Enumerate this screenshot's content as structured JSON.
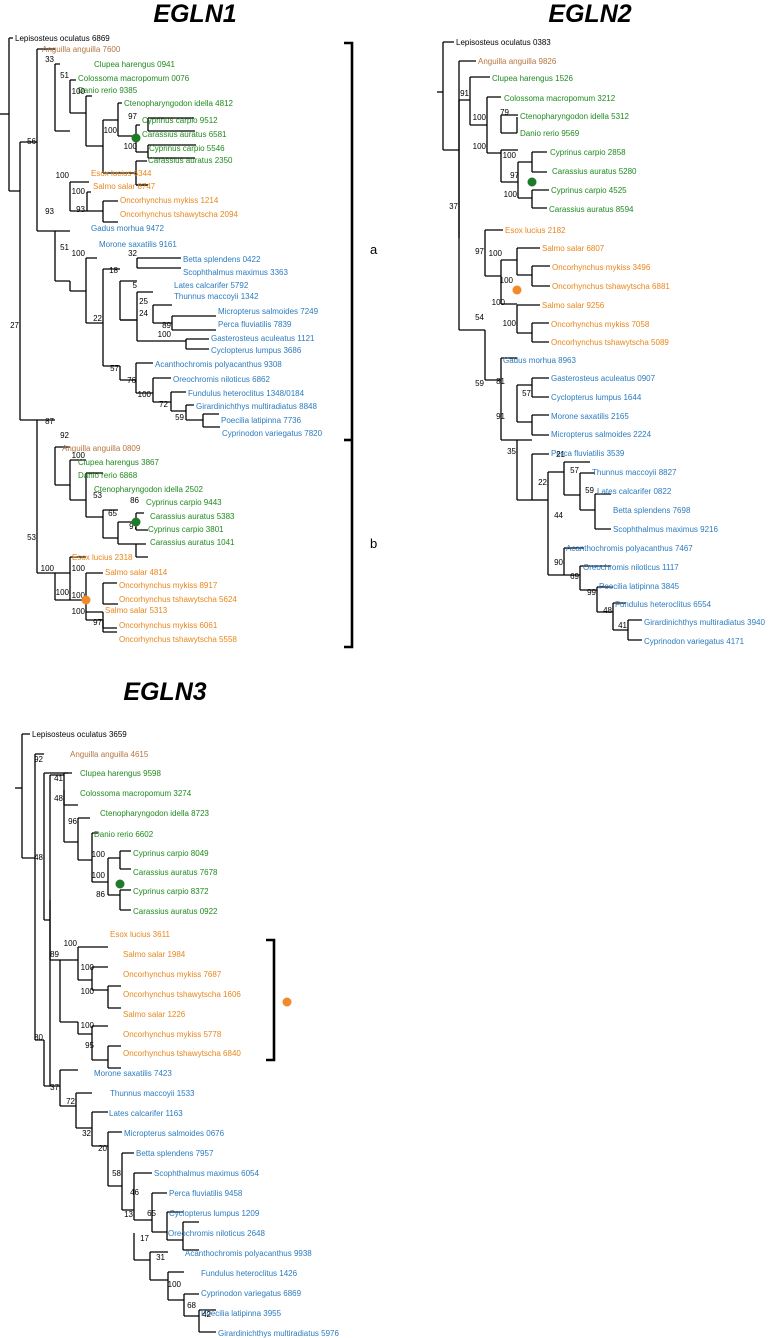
{
  "colors": {
    "black": "#000000",
    "brown": "#b5753f",
    "green": "#1f8a1f",
    "orange": "#e8861a",
    "blue": "#2b7bbf",
    "node_green": "#1f7a2a",
    "node_orange": "#f08a2a"
  },
  "trees": [
    {
      "id": "egln1",
      "title": "EGLN1",
      "leaves": [
        {
          "label": "Lepisosteus oculatus 6869",
          "color": "black"
        },
        {
          "label": "Anguilla anguilla 7600",
          "color": "brown"
        },
        {
          "label": "Clupea harengus 0941",
          "color": "green"
        },
        {
          "label": "Colossoma macropomum 0076",
          "color": "green"
        },
        {
          "label": "Danio rerio 9385",
          "color": "green"
        },
        {
          "label": "Ctenopharyngodon idella 4812",
          "color": "green"
        },
        {
          "label": "Cyprinus carpio 9512",
          "color": "green"
        },
        {
          "label": "Carassius auratus 6581",
          "color": "green"
        },
        {
          "label": "Cyprinus carpio 5546",
          "color": "green"
        },
        {
          "label": "Carassius auratus 2350",
          "color": "green"
        },
        {
          "label": "Esox lucius 6344",
          "color": "orange"
        },
        {
          "label": "Salmo salar 8747",
          "color": "orange"
        },
        {
          "label": "Oncorhynchus mykiss 1214",
          "color": "orange"
        },
        {
          "label": "Oncorhynchus tshawytscha 2094",
          "color": "orange"
        },
        {
          "label": "Gadus morhua 9472",
          "color": "blue"
        },
        {
          "label": "Morone saxatilis 9161",
          "color": "blue"
        },
        {
          "label": "Betta splendens 0422",
          "color": "blue"
        },
        {
          "label": "Scophthalmus maximus 3363",
          "color": "blue"
        },
        {
          "label": "Lates calcarifer 5792",
          "color": "blue"
        },
        {
          "label": "Thunnus maccoyii 1342",
          "color": "blue"
        },
        {
          "label": "Micropterus salmoides 7249",
          "color": "blue"
        },
        {
          "label": "Perca fluviatilis 7839",
          "color": "blue"
        },
        {
          "label": "Gasterosteus aculeatus 1121",
          "color": "blue"
        },
        {
          "label": "Cyclopterus lumpus 3686",
          "color": "blue"
        },
        {
          "label": "Acanthochromis polyacanthus 9308",
          "color": "blue"
        },
        {
          "label": "Oreochromis niloticus 6862",
          "color": "blue"
        },
        {
          "label": "Fundulus heteroclitus 1348/0184",
          "color": "blue"
        },
        {
          "label": "Girardinichthys multiradiatus 8848",
          "color": "blue"
        },
        {
          "label": "Poecilia latipinna 7736",
          "color": "blue"
        },
        {
          "label": "Cyprinodon variegatus 7820",
          "color": "blue"
        },
        {
          "label": "Anguilla anguilla 0809",
          "color": "brown"
        },
        {
          "label": "Clupea harengus 3867",
          "color": "green"
        },
        {
          "label": "Danio rerio 6868",
          "color": "green"
        },
        {
          "label": "Ctenopharyngodon idella 2502",
          "color": "green"
        },
        {
          "label": "Cyprinus carpio 9443",
          "color": "green"
        },
        {
          "label": "Carassius auratus 5383",
          "color": "green"
        },
        {
          "label": "Cyprinus carpio 3801",
          "color": "green"
        },
        {
          "label": "Carassius auratus 1041",
          "color": "green"
        },
        {
          "label": "Esox lucius 2318",
          "color": "orange"
        },
        {
          "label": "Salmo salar 4814",
          "color": "orange"
        },
        {
          "label": "Oncorhynchus mykiss 8917",
          "color": "orange"
        },
        {
          "label": "Oncorhynchus tshawytscha 5624",
          "color": "orange"
        },
        {
          "label": "Salmo salar 5313",
          "color": "orange"
        },
        {
          "label": "Oncorhynchus mykiss 6061",
          "color": "orange"
        },
        {
          "label": "Oncorhynchus tshawytscha 5558",
          "color": "orange"
        }
      ],
      "support_values": [
        "33",
        "51",
        "100",
        "97",
        "100",
        "100",
        "56",
        "100",
        "100",
        "93",
        "93",
        "51",
        "32",
        "18",
        "5",
        "25",
        "24",
        "89",
        "100",
        "22",
        "57",
        "76",
        "100",
        "72",
        "59",
        "100",
        "27",
        "87",
        "92",
        "100",
        "53",
        "86",
        "65",
        "97",
        "100",
        "100",
        "100",
        "100",
        "100",
        "97",
        "53"
      ],
      "bracket_labels": [
        "a",
        "b"
      ]
    },
    {
      "id": "egln2",
      "title": "EGLN2",
      "leaves": [
        {
          "label": "Lepisosteus oculatus 0383",
          "color": "black"
        },
        {
          "label": "Anguilla anguilla 9826",
          "color": "brown"
        },
        {
          "label": "Clupea harengus 1526",
          "color": "green"
        },
        {
          "label": "Colossoma macropomum 3212",
          "color": "green"
        },
        {
          "label": "Ctenopharyngodon idella 5312",
          "color": "green"
        },
        {
          "label": "Danio rerio 9569",
          "color": "green"
        },
        {
          "label": "Cyprinus carpio 2858",
          "color": "green"
        },
        {
          "label": "Carassius auratus 5280",
          "color": "green"
        },
        {
          "label": "Cyprinus carpio 4525",
          "color": "green"
        },
        {
          "label": "Carassius auratus 8594",
          "color": "green"
        },
        {
          "label": "Esox lucius 2182",
          "color": "orange"
        },
        {
          "label": "Salmo salar 6807",
          "color": "orange"
        },
        {
          "label": "Oncorhynchus mykiss 3496",
          "color": "orange"
        },
        {
          "label": "Oncorhynchus tshawytscha 6881",
          "color": "orange"
        },
        {
          "label": "Salmo salar 9256",
          "color": "orange"
        },
        {
          "label": "Oncorhynchus mykiss 7058",
          "color": "orange"
        },
        {
          "label": "Oncorhynchus tshawytscha 5089",
          "color": "orange"
        },
        {
          "label": "Gadus morhua 8963",
          "color": "blue"
        },
        {
          "label": "Gasterosteus aculeatus 0907",
          "color": "blue"
        },
        {
          "label": "Cyclopterus lumpus 1644",
          "color": "blue"
        },
        {
          "label": "Morone saxatilis 2165",
          "color": "blue"
        },
        {
          "label": "Micropterus salmoides 2224",
          "color": "blue"
        },
        {
          "label": "Perca fluviatilis 3539",
          "color": "blue"
        },
        {
          "label": "Thunnus maccoyii 8827",
          "color": "blue"
        },
        {
          "label": "Lates calcarifer 0822",
          "color": "blue"
        },
        {
          "label": "Betta splendens 7698",
          "color": "blue"
        },
        {
          "label": "Scophthalmus maximus 9216",
          "color": "blue"
        },
        {
          "label": "Acanthochromis polyacanthus 7467",
          "color": "blue"
        },
        {
          "label": "Oreochromis niloticus 1117",
          "color": "blue"
        },
        {
          "label": "Poecilia latipinna 3845",
          "color": "blue"
        },
        {
          "label": "Fundulus heteroclitus 6554",
          "color": "blue"
        },
        {
          "label": "Girardinichthys multiradiatus 3940",
          "color": "blue"
        },
        {
          "label": "Cyprinodon variegatus 4171",
          "color": "blue"
        }
      ],
      "support_values": [
        "91",
        "100",
        "79",
        "100",
        "100",
        "97",
        "100",
        "37",
        "97",
        "100",
        "100",
        "100",
        "100",
        "54",
        "59",
        "81",
        "91",
        "57",
        "35",
        "21",
        "57",
        "59",
        "22",
        "44",
        "90",
        "69",
        "99",
        "48",
        "41"
      ]
    },
    {
      "id": "egln3",
      "title": "EGLN3",
      "leaves": [
        {
          "label": "Lepisosteus oculatus 3659",
          "color": "black"
        },
        {
          "label": "Anguilla anguilla 4615",
          "color": "brown"
        },
        {
          "label": "Clupea harengus 9598",
          "color": "green"
        },
        {
          "label": "Colossoma macropomum 3274",
          "color": "green"
        },
        {
          "label": "Ctenopharyngodon idella 8723",
          "color": "green"
        },
        {
          "label": "Danio rerio 6602",
          "color": "green"
        },
        {
          "label": "Cyprinus carpio 8049",
          "color": "green"
        },
        {
          "label": "Carassius auratus 7678",
          "color": "green"
        },
        {
          "label": "Cyprinus carpio 8372",
          "color": "green"
        },
        {
          "label": "Carassius auratus 0922",
          "color": "green"
        },
        {
          "label": "Esox lucius 3611",
          "color": "orange"
        },
        {
          "label": "Salmo salar 1984",
          "color": "orange"
        },
        {
          "label": "Oncorhynchus mykiss 7687",
          "color": "orange"
        },
        {
          "label": "Oncorhynchus tshawytscha 1606",
          "color": "orange"
        },
        {
          "label": "Salmo salar 1226",
          "color": "orange"
        },
        {
          "label": "Oncorhynchus mykiss 5778",
          "color": "orange"
        },
        {
          "label": "Oncorhynchus tshawytscha 6840",
          "color": "orange"
        },
        {
          "label": "Morone saxatilis 7423",
          "color": "blue"
        },
        {
          "label": "Thunnus maccoyii 1533",
          "color": "blue"
        },
        {
          "label": "Lates calcarifer 1163",
          "color": "blue"
        },
        {
          "label": "Micropterus salmoides 0676",
          "color": "blue"
        },
        {
          "label": "Betta splendens 7957",
          "color": "blue"
        },
        {
          "label": "Scophthalmus maximus 6054",
          "color": "blue"
        },
        {
          "label": "Perca fluviatilis 9458",
          "color": "blue"
        },
        {
          "label": "Cyclopterus lumpus 1209",
          "color": "blue"
        },
        {
          "label": "Oreochromis niloticus 2648",
          "color": "blue"
        },
        {
          "label": "Acanthochromis polyacanthus 9938",
          "color": "blue"
        },
        {
          "label": "Fundulus heteroclitus 1426",
          "color": "blue"
        },
        {
          "label": "Cyprinodon variegatus 6869",
          "color": "blue"
        },
        {
          "label": "Poecilia latipinna 3955",
          "color": "blue"
        },
        {
          "label": "Girardinichthys multiradiatus 5976",
          "color": "blue"
        }
      ],
      "support_values": [
        "92",
        "41",
        "48",
        "96",
        "100",
        "100",
        "86",
        "48",
        "100",
        "100",
        "100",
        "89",
        "100",
        "95",
        "80",
        "37",
        "72",
        "32",
        "20",
        "58",
        "46",
        "65",
        "13",
        "17",
        "31",
        "100",
        "68",
        "42"
      ]
    }
  ]
}
